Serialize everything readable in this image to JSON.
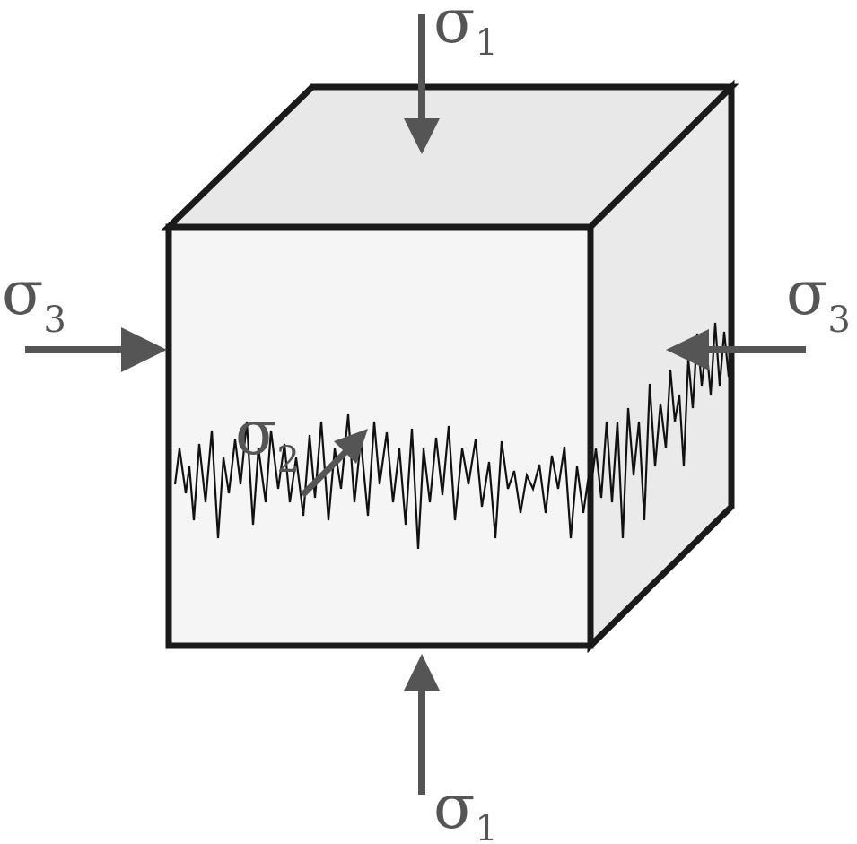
{
  "labels": {
    "sigma_symbol": "σ",
    "top": {
      "sub": "1"
    },
    "bottom": {
      "sub": "1"
    },
    "left": {
      "sub": "3"
    },
    "right": {
      "sub": "3"
    },
    "intermediate": {
      "sub": "2"
    }
  },
  "colors": {
    "arrow": "#555555",
    "outline": "#1a1a1a",
    "front_face": "#f5f5f5",
    "top_face": "#e8e8e8",
    "side_face": "#eaeaea",
    "fracture": "#111111"
  }
}
